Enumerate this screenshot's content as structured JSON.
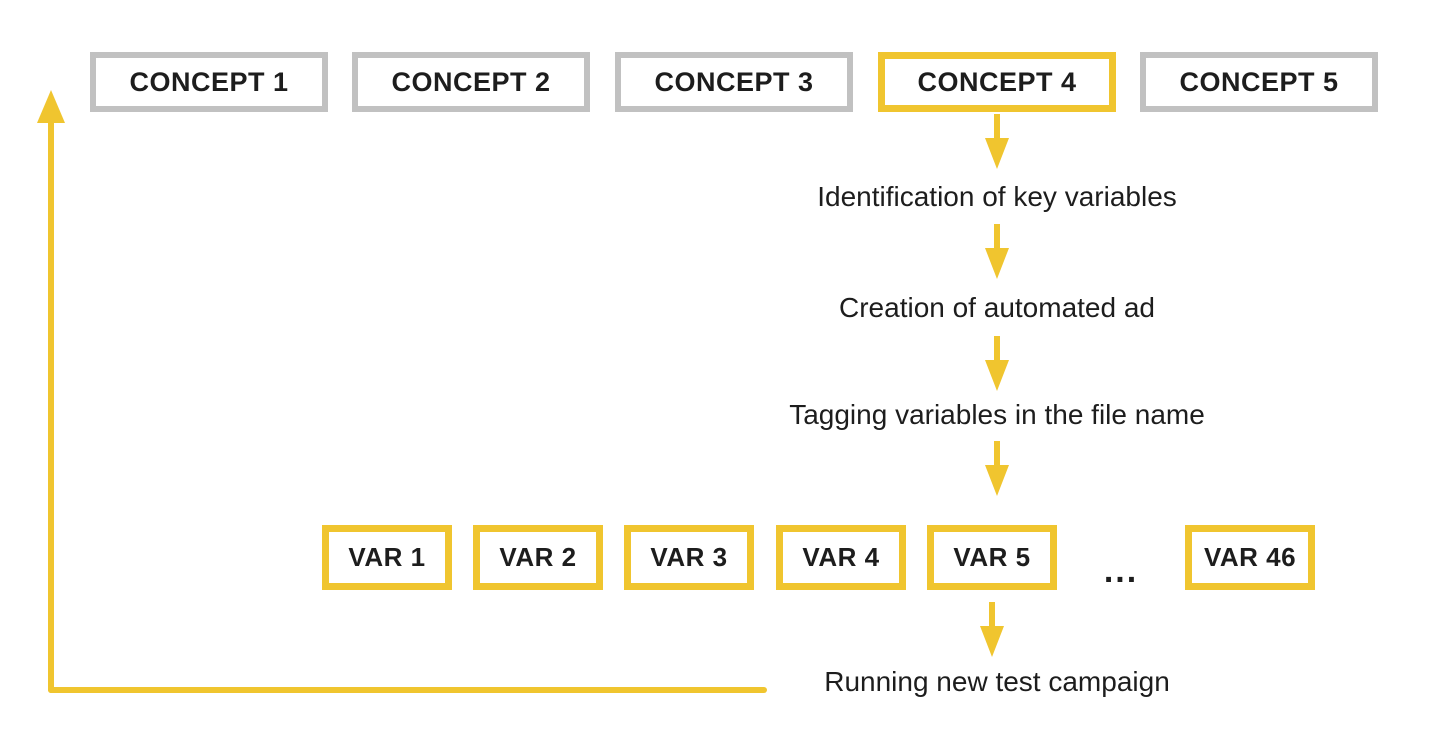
{
  "colors": {
    "accent": "#F0C52F",
    "gray_border": "#C1C1C1",
    "text": "#1D1D1D"
  },
  "concepts": [
    {
      "label": "CONCEPT 1",
      "highlighted": false
    },
    {
      "label": "CONCEPT 2",
      "highlighted": false
    },
    {
      "label": "CONCEPT 3",
      "highlighted": false
    },
    {
      "label": "CONCEPT 4",
      "highlighted": true
    },
    {
      "label": "CONCEPT 5",
      "highlighted": false
    }
  ],
  "steps": {
    "step1": "Identification of key variables",
    "step2": "Creation of automated ad",
    "step3": "Tagging variables in the file name",
    "final": "Running new test campaign"
  },
  "variants": {
    "v1": "VAR 1",
    "v2": "VAR 2",
    "v3": "VAR 3",
    "v4": "VAR 4",
    "v5": "VAR 5",
    "ellipsis": "...",
    "v46": "VAR 46"
  }
}
